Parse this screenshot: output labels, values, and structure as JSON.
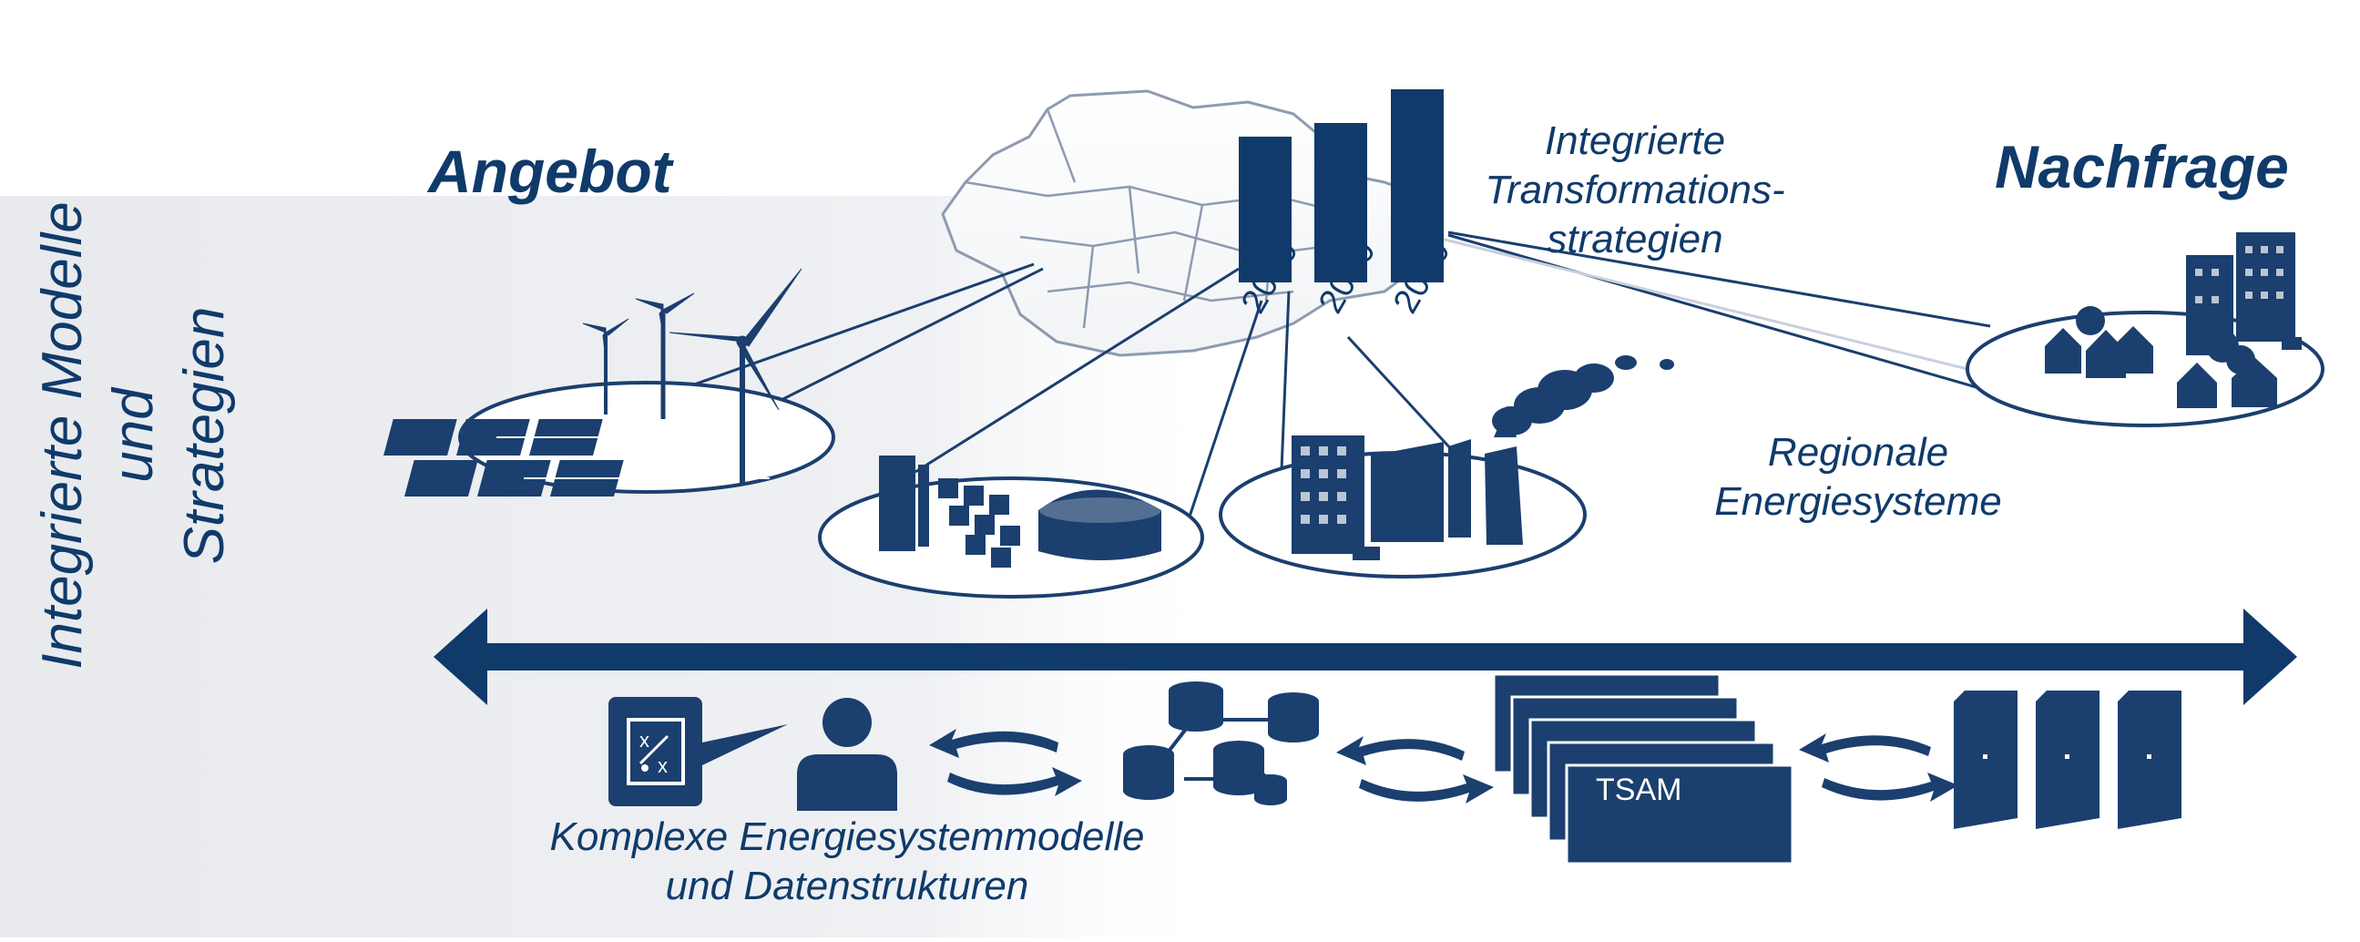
{
  "headings": {
    "supply": "Angebot",
    "demand": "Nachfrage"
  },
  "side_label": [
    "Integrierte Modelle",
    "und",
    "Strategien"
  ],
  "top_caption": [
    "Integrierte",
    "Transformations-",
    "strategien"
  ],
  "regional_caption": [
    "Regionale",
    "Energiesysteme"
  ],
  "bottom_caption": [
    "Komplexe Energiesystemmodelle",
    "und Datenstrukturen"
  ],
  "years": [
    "2020",
    "2030",
    "2040"
  ],
  "model_label": "TSAM",
  "colors": {
    "primary": "#0f3a6a",
    "panel": "#eceef1",
    "outline": "#1b3f6e"
  },
  "icons": [
    "wind-turbine-icon",
    "solar-panel-icon",
    "biogas-plant-icon",
    "industry-plant-icon",
    "houses-icon",
    "strategy-board-icon",
    "user-icon",
    "database-icon",
    "server-icon",
    "cycle-arrows-icon",
    "double-arrow-icon",
    "germany-map-icon",
    "bar-chart-icon"
  ]
}
